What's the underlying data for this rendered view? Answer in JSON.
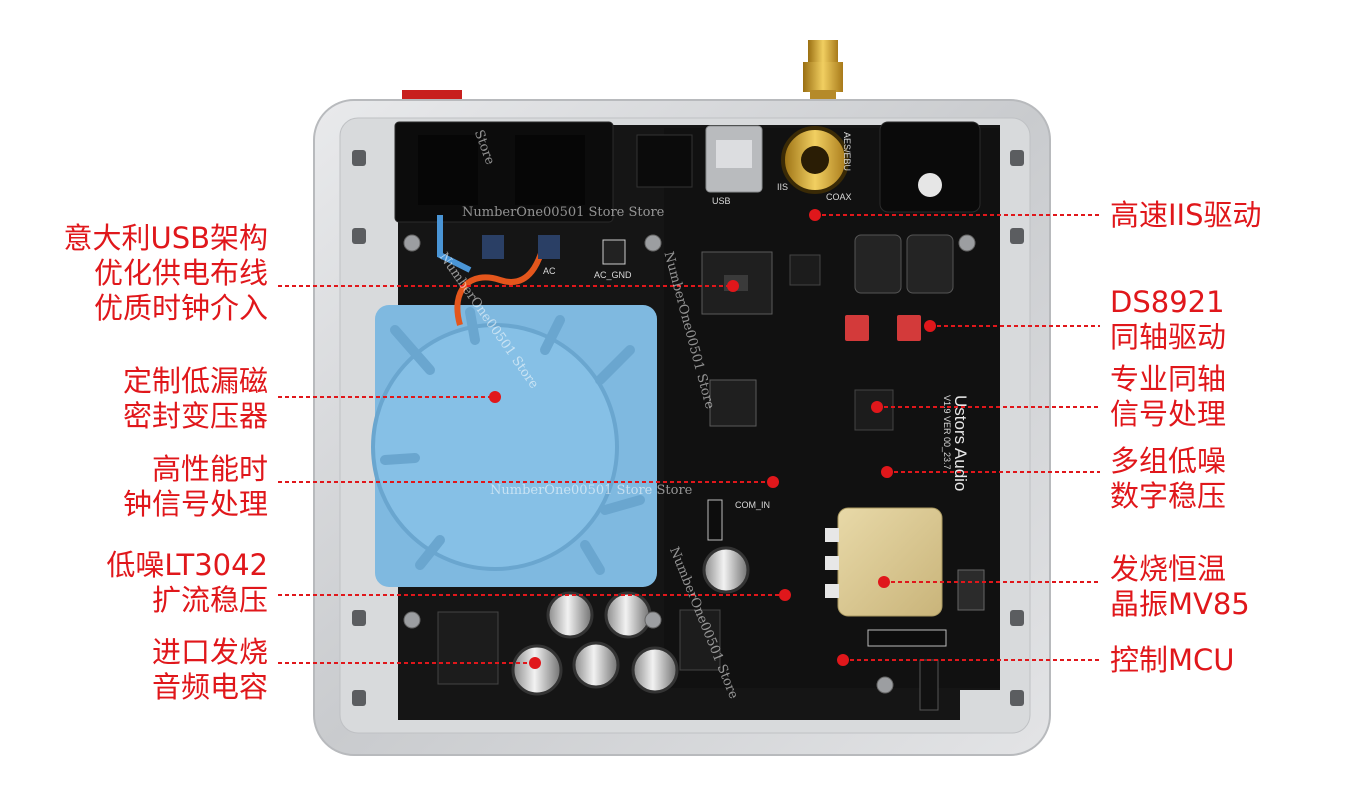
{
  "labels_left": [
    {
      "id": "usb",
      "lines": [
        "意大利USB架构",
        "优化供电布线",
        "优质时钟介入"
      ]
    },
    {
      "id": "transformer",
      "lines": [
        "定制低漏磁",
        "密封变压器"
      ]
    },
    {
      "id": "clock",
      "lines": [
        "高性能时",
        "钟信号处理"
      ]
    },
    {
      "id": "lt3042",
      "lines": [
        "低噪LT3042",
        "扩流稳压"
      ]
    },
    {
      "id": "caps",
      "lines": [
        "进口发烧",
        "音频电容"
      ]
    }
  ],
  "labels_right": [
    {
      "id": "iis",
      "lines": [
        "高速IIS驱动"
      ]
    },
    {
      "id": "ds8921",
      "lines": [
        "DS8921",
        "同轴驱动"
      ]
    },
    {
      "id": "coax",
      "lines": [
        "专业同轴",
        "信号处理"
      ]
    },
    {
      "id": "ldo",
      "lines": [
        "多组低噪",
        "数字稳压"
      ]
    },
    {
      "id": "osc",
      "lines": [
        "发烧恒温",
        "晶振MV85"
      ]
    },
    {
      "id": "mcu",
      "lines": [
        "控制MCU"
      ]
    }
  ],
  "watermarks": [
    "NumberOne00501 Store Store",
    "NumberOne00501 Store",
    "NumberOne00501 Store Store",
    "NumberOne00501 Store",
    "NumberOne00501 Store",
    "Store"
  ],
  "silkscreen": {
    "usb": "USB",
    "ac_gnd": "AC_GND",
    "ac": "AC",
    "aesebu": "AES/EBU",
    "iis": "IIS",
    "coax": "COAX",
    "com_in": "COM_IN",
    "brand": "Ustors Audio",
    "version": "V1.9 VER 00_23.7"
  },
  "colors": {
    "label_red": "#e0171b",
    "pcb_black": "#151515",
    "chassis_silver": "#d4d6d8",
    "transformer_blue": "#7fb9e0"
  }
}
